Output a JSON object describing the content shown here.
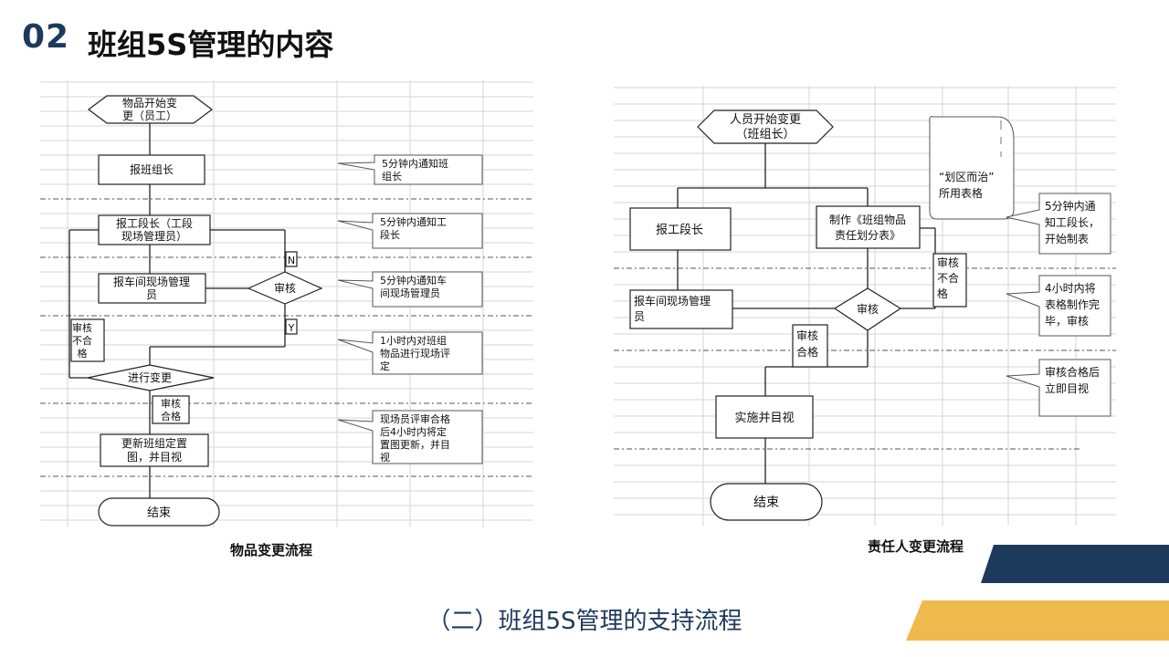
{
  "header": {
    "number": "02",
    "title": "班组5S管理的内容"
  },
  "left_chart": {
    "caption": "物品变更流程",
    "start": [
      "物品开始变",
      "更（员工）"
    ],
    "step1": "报班组长",
    "step2": [
      "报工段长（工段",
      "现场管理员）"
    ],
    "step3": [
      "报车间现场管理",
      "员"
    ],
    "review": "审核",
    "n_label": "N",
    "y_label": "Y",
    "fail": [
      "审核",
      "不合",
      "格"
    ],
    "step4": "进行变更",
    "pass": [
      "审核",
      "合格"
    ],
    "step5": [
      "更新班组定置",
      "图，并目视"
    ],
    "end": "结束",
    "notes": [
      [
        "5分钟内通知班",
        "组长"
      ],
      [
        "5分钟内通知工",
        "段长"
      ],
      [
        "5分钟内通知车",
        "间现场管理员"
      ],
      [
        "1小时内对班组",
        "物品进行现场评",
        "定"
      ],
      [
        "现场员评审合格",
        "后4小时内将定",
        "置图更新，并目",
        "视"
      ]
    ]
  },
  "right_chart": {
    "caption": "责任人变更流程",
    "start": [
      "人员开始变更",
      "（班组长）"
    ],
    "left_step": "报工段长",
    "make_table": [
      "制作《班组物品",
      "责任划分表》"
    ],
    "report": [
      "报车间现场管理",
      "员"
    ],
    "review": "审核",
    "fail": [
      "审核",
      "不合",
      "格"
    ],
    "pass": [
      "审核",
      "合格"
    ],
    "implement": "实施并目视",
    "end": "结束",
    "top_note": [
      "“划区而治”",
      "所用表格"
    ],
    "notes": [
      [
        "5分钟内通",
        "知工段长，",
        "开始制表"
      ],
      [
        "4小时内将",
        "表格制作完",
        "毕，审核"
      ],
      [
        "审核合格后",
        "立即目视"
      ]
    ]
  },
  "subtitle": "（二）班组5S管理的支持流程"
}
